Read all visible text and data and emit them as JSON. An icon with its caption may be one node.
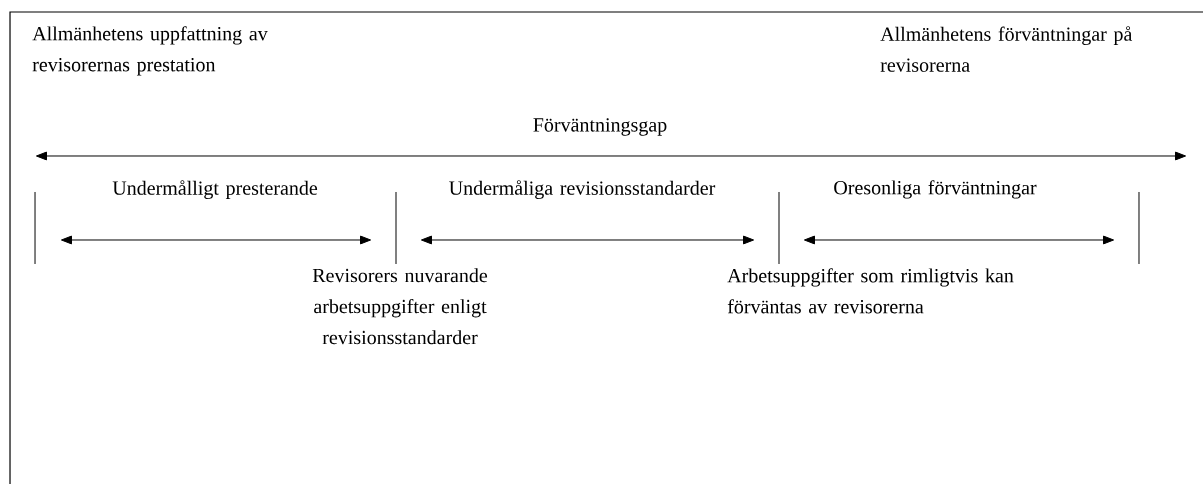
{
  "diagram": {
    "labels": [
      "Allmänhetens uppfattning av revisorernas prestation",
      "Allmänhetens förväntningar på revisorerna",
      "Förväntningsgap",
      "Undermålligt presterande",
      "Undermåliga revisionsstandarder",
      "Oresonliga förväntningar",
      "Revisorers nuvarande arbetsuppgifter enligt revisionsstandarder",
      "Arbetsuppgifter som rimligtvis kan förväntas av revisorerna"
    ]
  }
}
